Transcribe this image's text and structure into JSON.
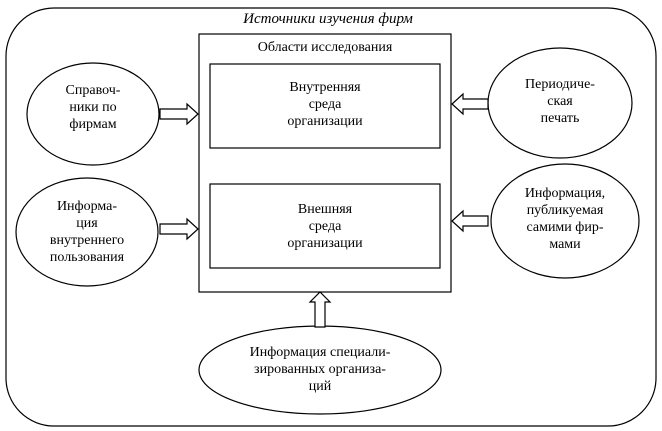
{
  "diagram": {
    "outer_title": "Источники изучения фирм",
    "research_area": {
      "title": "Области исследования",
      "internal": "Внутренняя\nсреда\nорганизации",
      "external": "Внешняя\nсреда\nорганизации"
    },
    "sources": {
      "directories": "Справоч-\nники по\nфирмам",
      "internal_info": "Информа-\nция\nвнутреннего\nпользования",
      "periodicals": "Периодиче-\nская\nпечать",
      "company_info": "Информация,\nпубликуемая\nсамими фир-\nмами",
      "specialized_info": "Информация специали-\nзированных организа-\nций"
    }
  }
}
